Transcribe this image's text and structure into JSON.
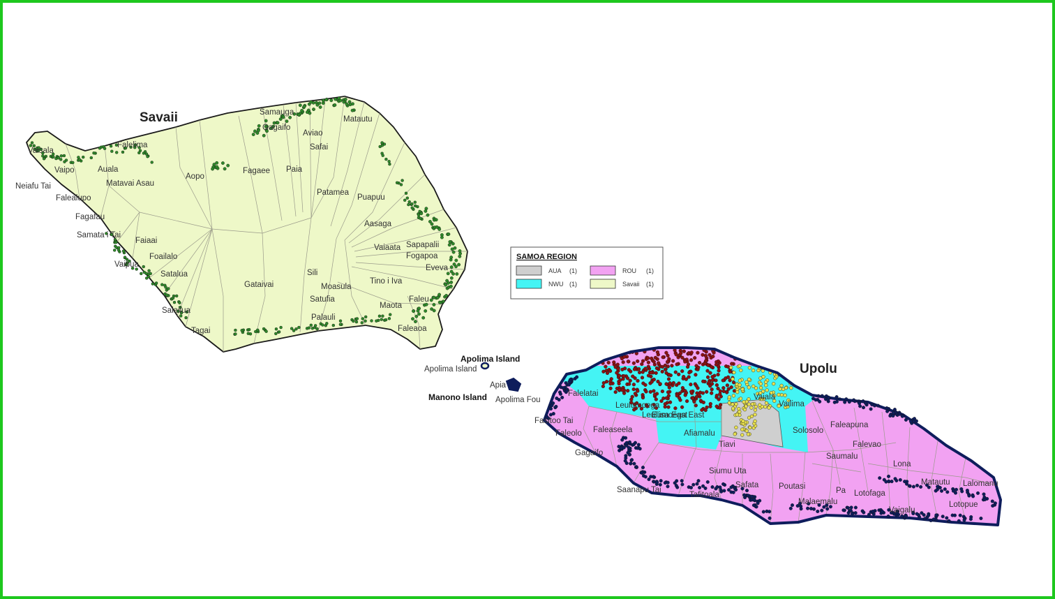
{
  "map": {
    "islands": [
      {
        "name": "Savaii"
      },
      {
        "name": "Upolu"
      },
      {
        "name": "Apolima Island"
      },
      {
        "name": "Manono Island"
      }
    ],
    "legend": {
      "title": "SAMOA REGION",
      "items": [
        {
          "code": "AUA",
          "count": "(1)",
          "color": "#cfcfcf"
        },
        {
          "code": "ROU",
          "count": "(1)",
          "color": "#f2a2f2"
        },
        {
          "code": "NWU",
          "count": "(1)",
          "color": "#44f4f4"
        },
        {
          "code": "Savaii",
          "count": "(1)",
          "color": "#eef8c8"
        }
      ]
    },
    "place_labels": {
      "savaii": [
        "Samauga",
        "Gagaifo",
        "Aviao",
        "Safai",
        "Matautu",
        "Vaisala",
        "Vaipo",
        "Auala",
        "Aopo",
        "Fagaee",
        "Paia",
        "Matavai Asau",
        "Neiafu Tai",
        "Falealupo",
        "Falelima",
        "Patamea",
        "Puapuu",
        "Fagafau",
        "Samata i Tai",
        "Aasaga",
        "Faiaai",
        "Vaiaata",
        "Sapapalii",
        "Fogapoa",
        "Foailalo",
        "Eveva",
        "Vaipua",
        "Satalua",
        "Gataivai",
        "Sili",
        "Moasula",
        "Tino i Iva",
        "Satufia",
        "Salailua",
        "Faleu",
        "Maota",
        "Tagai",
        "Palauli",
        "Faleaoa"
      ],
      "small": [
        "Apolima Island",
        "Apia",
        "Apolima Fou"
      ],
      "upolu": [
        "Leulumoega",
        "Falelatai",
        "Fasitoo Tai",
        "Faleolo",
        "Leulumoega East",
        "Faleaseela",
        "Afiamalu",
        "Elisa East",
        "Tiavi",
        "Vaiala",
        "Vailima",
        "Solosolo",
        "Faleapuna",
        "Falevao",
        "Gagaifo",
        "Saumalu",
        "Lona",
        "Siumu Uta",
        "Lalomanu",
        "Safata",
        "Saanapu Tai",
        "Tafitoala",
        "Poutasi",
        "Pa",
        "Lotofaga",
        "Vaigalu",
        "Lotopue",
        "Matautu",
        "Malaemalu"
      ]
    },
    "colors": {
      "savaii_fill": "#eef8c8",
      "outline": "#1a1a1a",
      "green_dots": "#2f8a2a",
      "red_dots": "#8b1212",
      "yellow_dots": "#e8e050",
      "navy_dots": "#0e1d5c",
      "frame": "#1ec81e"
    }
  }
}
